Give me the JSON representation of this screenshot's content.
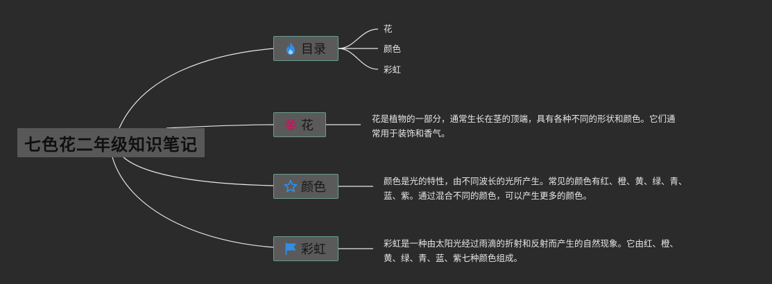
{
  "root": {
    "label": "七色花二年级知识笔记"
  },
  "branches": [
    {
      "label": "目录",
      "icon": "fire-icon",
      "children": [
        "花",
        "颜色",
        "彩虹"
      ]
    },
    {
      "label": "花",
      "icon": "flower-icon",
      "note_lines": [
        "花是植物的一部分，通常生长在茎的顶端，具有各种不同的形状和颜色。它们通",
        "常用于装饰和香气。"
      ]
    },
    {
      "label": "颜色",
      "icon": "star-icon",
      "note_lines": [
        "颜色是光的特性，由不同波长的光所产生。常见的颜色有红、橙、黄、绿、青、",
        "蓝、紫。通过混合不同的颜色，可以产生更多的颜色。"
      ]
    },
    {
      "label": "彩虹",
      "icon": "flag-icon",
      "note_lines": [
        "彩虹是一种由太阳光经过雨滴的折射和反射而产生的自然现象。它由红、橙、",
        "黄、绿、青、蓝、紫七种颜色组成。"
      ]
    }
  ],
  "colors": {
    "background": "#2b2b2b",
    "connector": "#e8e8e8",
    "node_border": "#6a9d8e",
    "fire": "#2f8fe8",
    "flower": "#c2185b",
    "star": "#2f8fe8",
    "flag": "#2f8fe8"
  }
}
